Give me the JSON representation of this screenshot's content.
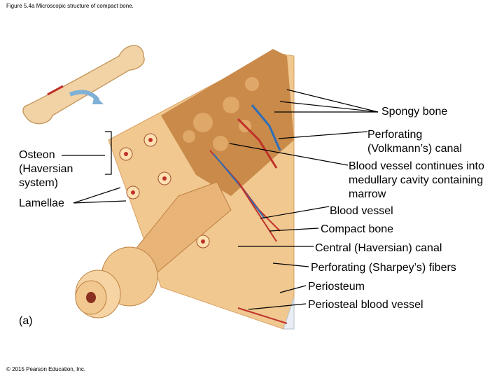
{
  "figure_title": "Figure 5.4a Microscopic structure of compact bone.",
  "panel_label": "(a)",
  "copyright": "© 2015 Pearson Education, Inc.",
  "labels_left": {
    "osteon": "Osteon (Haversian system)",
    "lamellae": "Lamellae"
  },
  "labels_right": {
    "spongy_bone": "Spongy bone",
    "perforating_volkmann": "Perforating (Volkmann’s) canal",
    "blood_vessel_continues": "Blood vessel continues into medullary cavity containing marrow",
    "blood_vessel": "Blood vessel",
    "compact_bone": "Compact bone",
    "central_canal": "Central (Haversian) canal",
    "perforating_sharpey": "Perforating (Sharpey’s) fibers",
    "periosteum": "Periosteum",
    "periosteal_blood_vessel": "Periosteal blood vessel"
  },
  "colors": {
    "bone_tan": "#f0c890",
    "bone_dark": "#d8a060",
    "spongy": "#c98a4a",
    "vessel_red": "#c0302a",
    "vessel_blue": "#2c6fb8",
    "periosteum": "#e8eef4"
  }
}
